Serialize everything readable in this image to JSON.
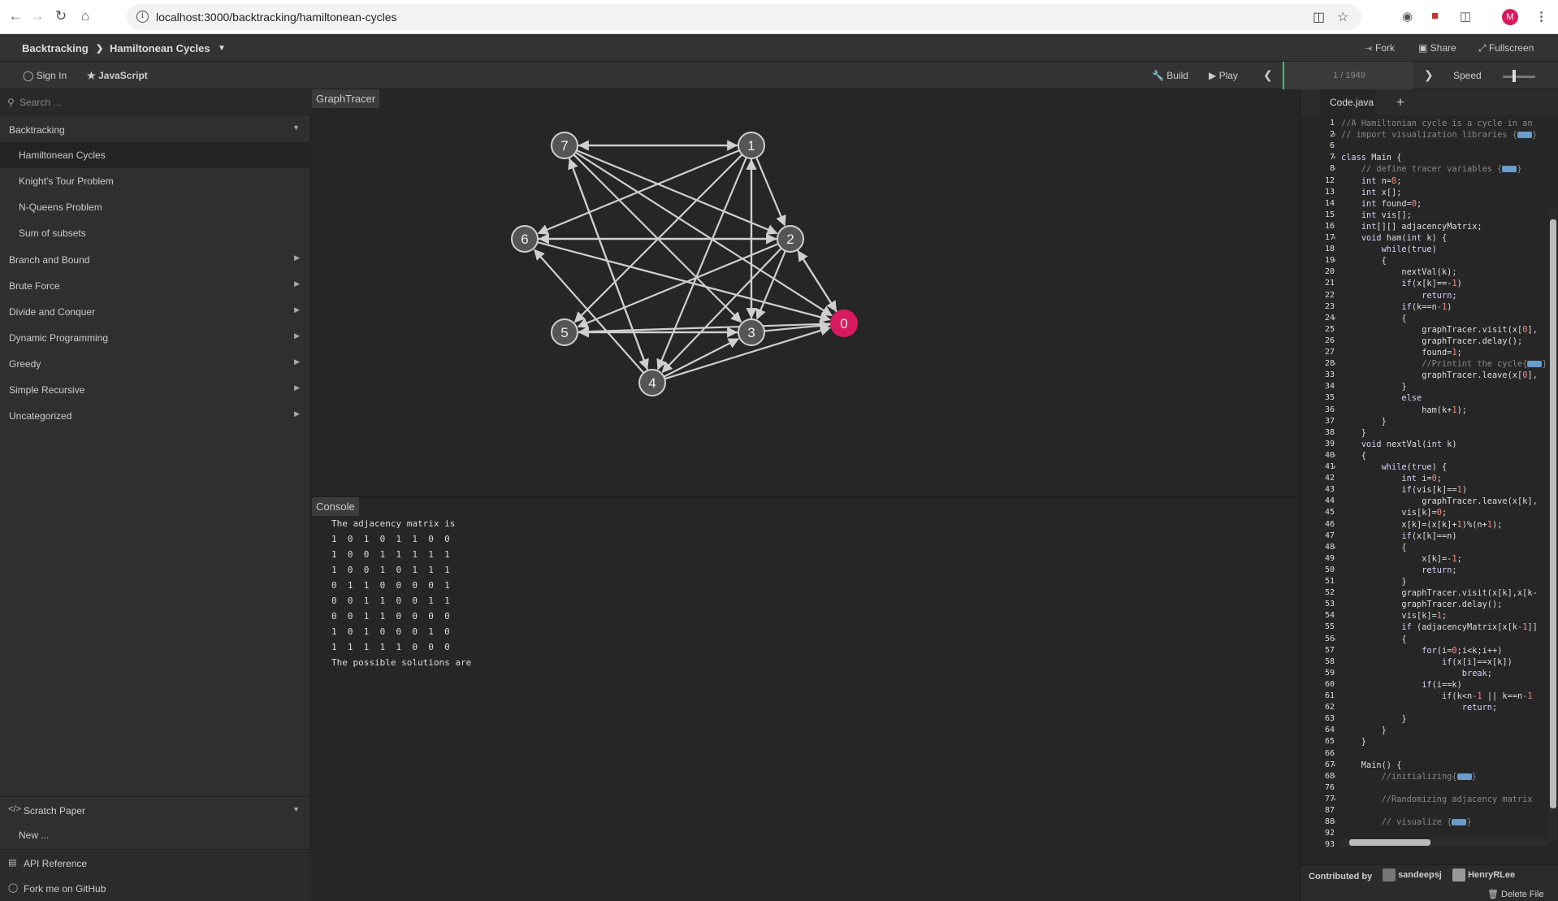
{
  "browser": {
    "url": "localhost:3000/backtracking/hamiltonean-cycles",
    "avatar_letter": "M"
  },
  "header": {
    "category": "Backtracking",
    "title": "Hamiltonean Cycles",
    "fork_label": "Fork",
    "share_label": "Share",
    "fullscreen_label": "Fullscreen"
  },
  "toolbar": {
    "sign_in_label": "Sign In",
    "language_label": "JavaScript",
    "build_label": "Build",
    "play_label": "Play",
    "progress_text": "1 / 1949",
    "progress": 0.0005,
    "speed_label": "Speed",
    "speed_value": 0.6
  },
  "sidebar": {
    "search_placeholder": "Search ...",
    "categories": [
      {
        "label": "Backtracking",
        "expanded": true,
        "items": [
          "Hamiltonean Cycles",
          "Knight's Tour Problem",
          "N-Queens Problem",
          "Sum of subsets"
        ]
      },
      {
        "label": "Branch and Bound"
      },
      {
        "label": "Brute Force"
      },
      {
        "label": "Divide and Conquer"
      },
      {
        "label": "Dynamic Programming"
      },
      {
        "label": "Greedy"
      },
      {
        "label": "Simple Recursive"
      },
      {
        "label": "Uncategorized"
      }
    ],
    "scratch_paper": "Scratch Paper",
    "new_label": "New ...",
    "api_reference": "API Reference",
    "github": "Fork me on GitHub"
  },
  "graph": {
    "label": "GraphTracer",
    "nodes": [
      "0",
      "1",
      "2",
      "3",
      "4",
      "5",
      "6",
      "7"
    ],
    "highlight_node": "0",
    "highlight_color": "#d81b60",
    "node_color": "#555555",
    "edges": [
      [
        7,
        1
      ],
      [
        1,
        7
      ],
      [
        7,
        2
      ],
      [
        7,
        3
      ],
      [
        7,
        0
      ],
      [
        7,
        4
      ],
      [
        4,
        7
      ],
      [
        1,
        2
      ],
      [
        1,
        3
      ],
      [
        3,
        1
      ],
      [
        1,
        4
      ],
      [
        1,
        5
      ],
      [
        1,
        6
      ],
      [
        2,
        0
      ],
      [
        0,
        2
      ],
      [
        2,
        3
      ],
      [
        2,
        4
      ],
      [
        2,
        5
      ],
      [
        2,
        6
      ],
      [
        6,
        2
      ],
      [
        3,
        0
      ],
      [
        3,
        5
      ],
      [
        5,
        3
      ],
      [
        4,
        3
      ],
      [
        4,
        0
      ],
      [
        4,
        6
      ],
      [
        6,
        0
      ],
      [
        0,
        5
      ]
    ]
  },
  "console": {
    "label": "Console",
    "lines": [
      "The adjacency matrix is",
      "1  0  1  0  1  1  0  0",
      "1  0  0  1  1  1  1  1",
      "1  0  0  1  0  1  1  1",
      "0  1  1  0  0  0  0  1",
      "0  0  1  1  0  0  1  1",
      "0  0  1  1  0  0  0  0",
      "1  0  1  0  0  0  1  0",
      "1  1  1  1  1  0  0  0",
      "The possible solutions are"
    ]
  },
  "code": {
    "tab": "Code.java",
    "line_numbers": [
      "1",
      "2",
      "6",
      "7",
      "8",
      "12",
      "13",
      "14",
      "15",
      "16",
      "17",
      "18",
      "19",
      "20",
      "21",
      "22",
      "23",
      "24",
      "25",
      "26",
      "27",
      "28",
      "33",
      "34",
      "35",
      "36",
      "37",
      "38",
      "39",
      "40",
      "41",
      "42",
      "43",
      "44",
      "45",
      "46",
      "47",
      "48",
      "49",
      "50",
      "51",
      "52",
      "53",
      "54",
      "55",
      "56",
      "57",
      "58",
      "59",
      "60",
      "61",
      "62",
      "63",
      "64",
      "65",
      "66",
      "67",
      "68",
      "76",
      "77",
      "87",
      "88",
      "92",
      "93"
    ],
    "lines": [
      "//A Hamiltonian cycle is a cycle in an",
      "// import visualization libraries {",
      "",
      "class Main {",
      "    // define tracer variables {",
      "    int n=8;",
      "    int x[];",
      "    int found=0;",
      "    int vis[];",
      "    int[][] adjacencyMatrix;",
      "    void ham(int k) {",
      "        while(true)",
      "        {",
      "            nextVal(k);",
      "            if(x[k]==-1)",
      "                return;",
      "            if(k==n-1)",
      "            {",
      "                graphTracer.visit(x[0],",
      "                graphTracer.delay();",
      "                found=1;",
      "                //Printint the cycle{",
      "                graphTracer.leave(x[0],",
      "            }",
      "            else",
      "                ham(k+1);",
      "        }",
      "    }",
      "    void nextVal(int k)",
      "    {",
      "        while(true) {",
      "            int i=0;",
      "            if(vis[k]==1)",
      "                graphTracer.leave(x[k],",
      "            vis[k]=0;",
      "            x[k]=(x[k]+1)%(n+1);",
      "            if(x[k]==n)",
      "            {",
      "                x[k]=-1;",
      "                return;",
      "            }",
      "            graphTracer.visit(x[k],x[k-",
      "            graphTracer.delay();",
      "            vis[k]=1;",
      "            if (adjacencyMatrix[x[k-1]]",
      "            {",
      "                for(i=0;i<k;i++)",
      "                    if(x[i]==x[k])",
      "                        break;",
      "                if(i==k)",
      "                    if(k<n-1 || k==n-1",
      "                        return;",
      "            }",
      "        }",
      "    }",
      "",
      "    Main() {",
      "        //initializing{",
      "",
      "        //Randomizing adjacency matrix",
      "",
      "        // visualize {",
      "",
      ""
    ]
  },
  "contributors": {
    "label": "Contributed by",
    "names": [
      "sandeepsj",
      "HenryRLee"
    ],
    "delete_label": "Delete File"
  }
}
